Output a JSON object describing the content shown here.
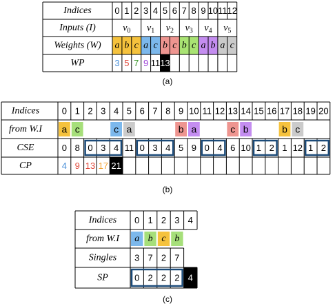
{
  "colors": {
    "orange": "#f5c23d",
    "blue": "#7cb8ec",
    "red": "#ee9590",
    "green": "#a9e373",
    "purple": "#c48df0",
    "grey": "#cbcbcb",
    "lightgreen": "#a6df7a",
    "navy": "#1b4a78",
    "black": "#000000"
  },
  "panel_a": {
    "caption": "(a)",
    "headers": {
      "indices": "Indices",
      "inputs": "Inputs (I)",
      "weights": "Weights (W)",
      "wp": "WP"
    },
    "indices": [
      "0",
      "1",
      "2",
      "3",
      "4",
      "5",
      "6",
      "7",
      "8",
      "9",
      "10",
      "11",
      "12"
    ],
    "inputs": [
      {
        "text": "v",
        "sub": "0"
      },
      {
        "text": "v",
        "sub": "1"
      },
      {
        "text": "v",
        "sub": "2"
      },
      {
        "text": "v",
        "sub": "3"
      },
      {
        "text": "v",
        "sub": "4"
      },
      {
        "text": "v",
        "sub": "5"
      }
    ],
    "weights": [
      {
        "text": "a",
        "color": "#f5c23d"
      },
      {
        "text": "b",
        "color": "#f5c23d"
      },
      {
        "text": "c",
        "color": "#f5c23d"
      },
      {
        "text": "a",
        "color": "#7cb8ec"
      },
      {
        "text": "c",
        "color": "#7cb8ec"
      },
      {
        "text": "b",
        "color": "#ee9590"
      },
      {
        "text": "c",
        "color": "#ee9590"
      },
      {
        "text": "b",
        "color": "#a9e373"
      },
      {
        "text": "c",
        "color": "#a9e373"
      },
      {
        "text": "a",
        "color": "#c48df0"
      },
      {
        "text": "b",
        "color": "#c48df0"
      },
      {
        "text": "a",
        "color": "#cbcbcb"
      },
      {
        "text": "c",
        "color": "#cbcbcb"
      }
    ],
    "wp": [
      {
        "text": "3",
        "color": "#4a90d9"
      },
      {
        "text": "5",
        "color": "#e04a3c"
      },
      {
        "text": "7",
        "color": "#3f9a2f"
      },
      {
        "text": "9",
        "color": "#9b3fd6"
      },
      {
        "text": "11",
        "color": "#000000"
      },
      {
        "text": "13",
        "color": "#ffffff",
        "bg": "#000000"
      },
      {
        "text": ""
      },
      {
        "text": ""
      },
      {
        "text": ""
      },
      {
        "text": ""
      },
      {
        "text": ""
      },
      {
        "text": ""
      },
      {
        "text": ""
      }
    ]
  },
  "panel_b": {
    "caption": "(b)",
    "headers": {
      "indices": "Indices",
      "from": "from W.I",
      "cse": "CSE",
      "cp": "CP"
    },
    "indices": [
      "0",
      "1",
      "2",
      "3",
      "4",
      "5",
      "6",
      "7",
      "8",
      "9",
      "10",
      "11",
      "12",
      "13",
      "14",
      "15",
      "16",
      "17",
      "18",
      "19",
      "20"
    ],
    "from": [
      {
        "text": "a",
        "color": "#f5c23d"
      },
      {
        "text": "c",
        "color": "#a6df7a"
      },
      {
        "text": ""
      },
      {
        "text": ""
      },
      {
        "text": "c",
        "color": "#7cb8ec"
      },
      {
        "text": "a",
        "color": "#cbcbcb"
      },
      {
        "text": ""
      },
      {
        "text": ""
      },
      {
        "text": ""
      },
      {
        "text": "b",
        "color": "#ee9590"
      },
      {
        "text": "a",
        "color": "#c48df0"
      },
      {
        "text": ""
      },
      {
        "text": ""
      },
      {
        "text": "c",
        "color": "#ee9590"
      },
      {
        "text": "b",
        "color": "#c48df0"
      },
      {
        "text": ""
      },
      {
        "text": ""
      },
      {
        "text": "b",
        "color": "#f5c23d"
      },
      {
        "text": "c",
        "color": "#cbcbcb"
      },
      {
        "text": ""
      },
      {
        "text": ""
      }
    ],
    "cse": [
      "0",
      "8",
      "0",
      "3",
      "4",
      "11",
      "0",
      "3",
      "4",
      "5",
      "9",
      "0",
      "4",
      "6",
      "10",
      "1",
      "2",
      "1",
      "12",
      "1",
      "2"
    ],
    "cse_groups": [
      [
        2,
        4
      ],
      [
        6,
        8
      ],
      [
        11,
        12
      ],
      [
        15,
        16
      ],
      [
        19,
        20
      ]
    ],
    "cp": [
      {
        "text": "4",
        "color": "#4a90d9"
      },
      {
        "text": "9",
        "color": "#e04a3c"
      },
      {
        "text": "13",
        "color": "#e04a3c"
      },
      {
        "text": "17",
        "color": "#f0a030"
      },
      {
        "text": "21",
        "color": "#ffffff",
        "bg": "#000000"
      }
    ]
  },
  "panel_c": {
    "caption": "(c)",
    "headers": {
      "indices": "Indices",
      "from": "from W.I",
      "singles": "Singles",
      "sp": "SP"
    },
    "indices": [
      "0",
      "1",
      "2",
      "3",
      "4"
    ],
    "from": [
      {
        "text": "a",
        "color": "#7cb8ec"
      },
      {
        "text": "b",
        "color": "#a6df7a"
      },
      {
        "text": "c",
        "color": "#f5c23d"
      },
      {
        "text": "b",
        "color": "#a6df7a"
      },
      {
        "text": ""
      }
    ],
    "singles": [
      "3",
      "7",
      "2",
      "7",
      ""
    ],
    "sp": [
      "0",
      "2",
      "2",
      "2",
      "4"
    ]
  }
}
